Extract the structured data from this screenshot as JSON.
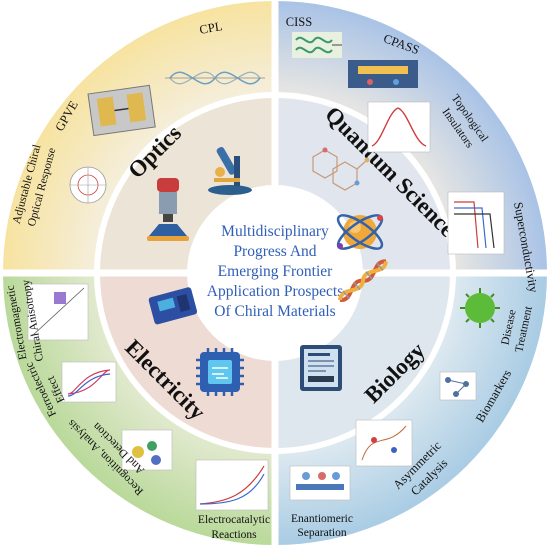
{
  "center": {
    "lines": [
      "Multidisciplinary",
      "Progress And",
      "Emerging Frontier",
      "Application Prospects",
      "Of Chiral Materials"
    ]
  },
  "quadrants": {
    "optics": "Optics",
    "quantum": "Quantum Science",
    "electricity": "Electricity",
    "biology": "Biology"
  },
  "labels": {
    "cpl": "CPL",
    "gpve": "GPVE",
    "adjustable_1": "Adjustable Chiral",
    "adjustable_2": "Optical Response",
    "ciss": "CISS",
    "cpass": "CPASS",
    "topo_1": "Topological",
    "topo_2": "Insulators",
    "superconductivity": "Superconductivity",
    "electromag_1": "Electromagnetic",
    "electromag_2": "Chiral Anisotropy",
    "ferro_1": "Ferroelectric",
    "ferro_2": "Effect",
    "recog_1": "Recognition, Analysis",
    "recog_2": "And Detection",
    "electrocat_1": "Electrocatalytic",
    "electrocat_2": "Reactions",
    "disease_1": "Disease",
    "disease_2": "Treatment",
    "biomarkers": "Biomarkers",
    "asym_1": "Asymmetric",
    "asym_2": "Catalysis",
    "enantio_1": "Enantiomeric",
    "enantio_2": "Separation"
  },
  "colors": {
    "optics_ring": "#f6e8b8",
    "optics_inner": "#ebe3d2",
    "quantum_ring": "#c4d6ee",
    "quantum_inner": "#dde3ee",
    "electricity_ring": "#cfe3b4",
    "electricity_inner": "#ebdad2",
    "biology_ring": "#c4dcec",
    "biology_inner": "#dde6ee",
    "center_text": "#2f5eb8"
  }
}
